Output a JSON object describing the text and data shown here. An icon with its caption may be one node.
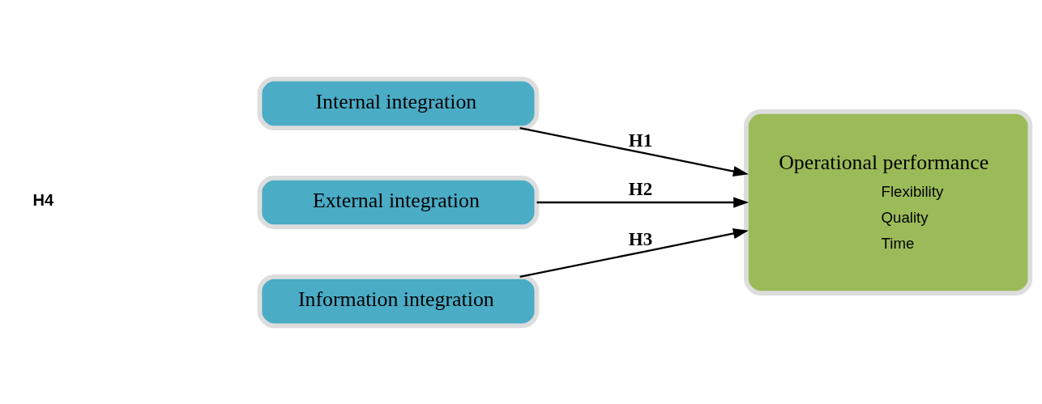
{
  "diagram": {
    "nodes": [
      {
        "text": [
          "Internal integration"
        ]
      },
      {
        "text": [
          "External integration"
        ]
      },
      {
        "text": [
          "Information integration"
        ]
      },
      {
        "text": [
          "Operational performance",
          "Flexibility",
          "Quality",
          "Time"
        ]
      }
    ],
    "edges": [
      {
        "from": 0,
        "to": 3,
        "arrow": "to",
        "label": "H1"
      },
      {
        "from": 1,
        "to": 3,
        "arrow": "to",
        "label": "H2"
      },
      {
        "from": 2,
        "to": 3,
        "arrow": "to",
        "label": "H3"
      }
    ],
    "labels": [
      "H4"
    ]
  }
}
